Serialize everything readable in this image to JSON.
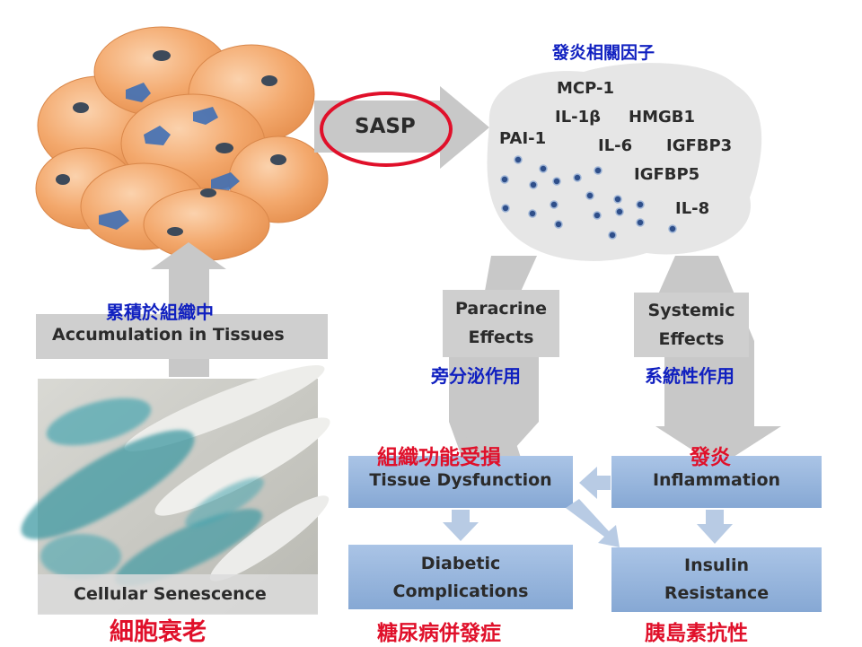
{
  "cluster": {
    "sasp_label": "SASP",
    "factors_title": "發炎相關因子",
    "factors": [
      "MCP-1",
      "IL-1β",
      "HMGB1",
      "PAI-1",
      "IL-6",
      "IGFBP3",
      "IGFBP5",
      "IL-8"
    ]
  },
  "paths": {
    "paracrine_en_line1": "Paracrine",
    "paracrine_en_line2": "Effects",
    "paracrine_zh": "旁分泌作用",
    "systemic_en_line1": "Systemic",
    "systemic_en_line2": "Effects",
    "systemic_zh": "系統性作用"
  },
  "left": {
    "accumulation_zh": "累積於組織中",
    "accumulation_en": "Accumulation in Tissues",
    "senescence_en": "Cellular Senescence",
    "senescence_zh": "細胞衰老"
  },
  "outcomes": {
    "tissue_zh": "組織功能受損",
    "tissue_en": "Tissue Dysfunction",
    "inflammation_zh": "發炎",
    "inflammation_en": "Inflammation",
    "diabetic_line1": "Diabetic",
    "diabetic_line2": "Complications",
    "diabetic_zh": "糖尿病併發症",
    "insulin_line1": "Insulin",
    "insulin_line2": "Resistance",
    "insulin_zh": "胰島素抗性"
  },
  "colors": {
    "cell_orange": "#f3a86c",
    "arrow_gray": "#c8c8c8",
    "box_blue": "#8fb0d8",
    "accent_red": "#e0102a",
    "accent_blue": "#1020c0"
  }
}
